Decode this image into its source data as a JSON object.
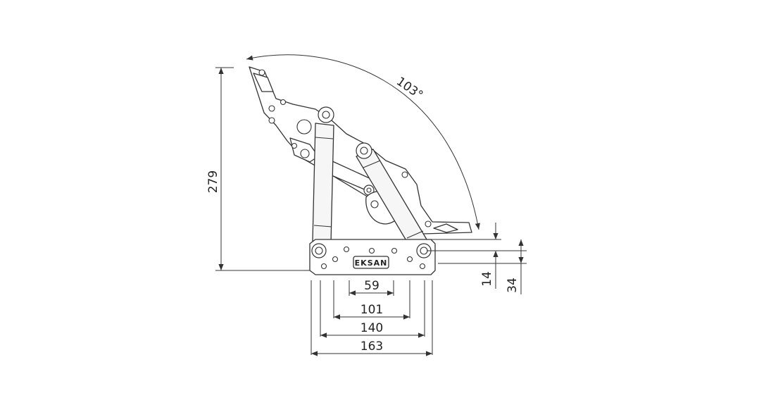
{
  "dimensions": {
    "angle": "103°",
    "height": "279",
    "width_59": "59",
    "width_101": "101",
    "width_140": "140",
    "width_163": "163",
    "offset_14": "14",
    "offset_34": "34"
  },
  "logo": {
    "text": "EKSAN"
  }
}
